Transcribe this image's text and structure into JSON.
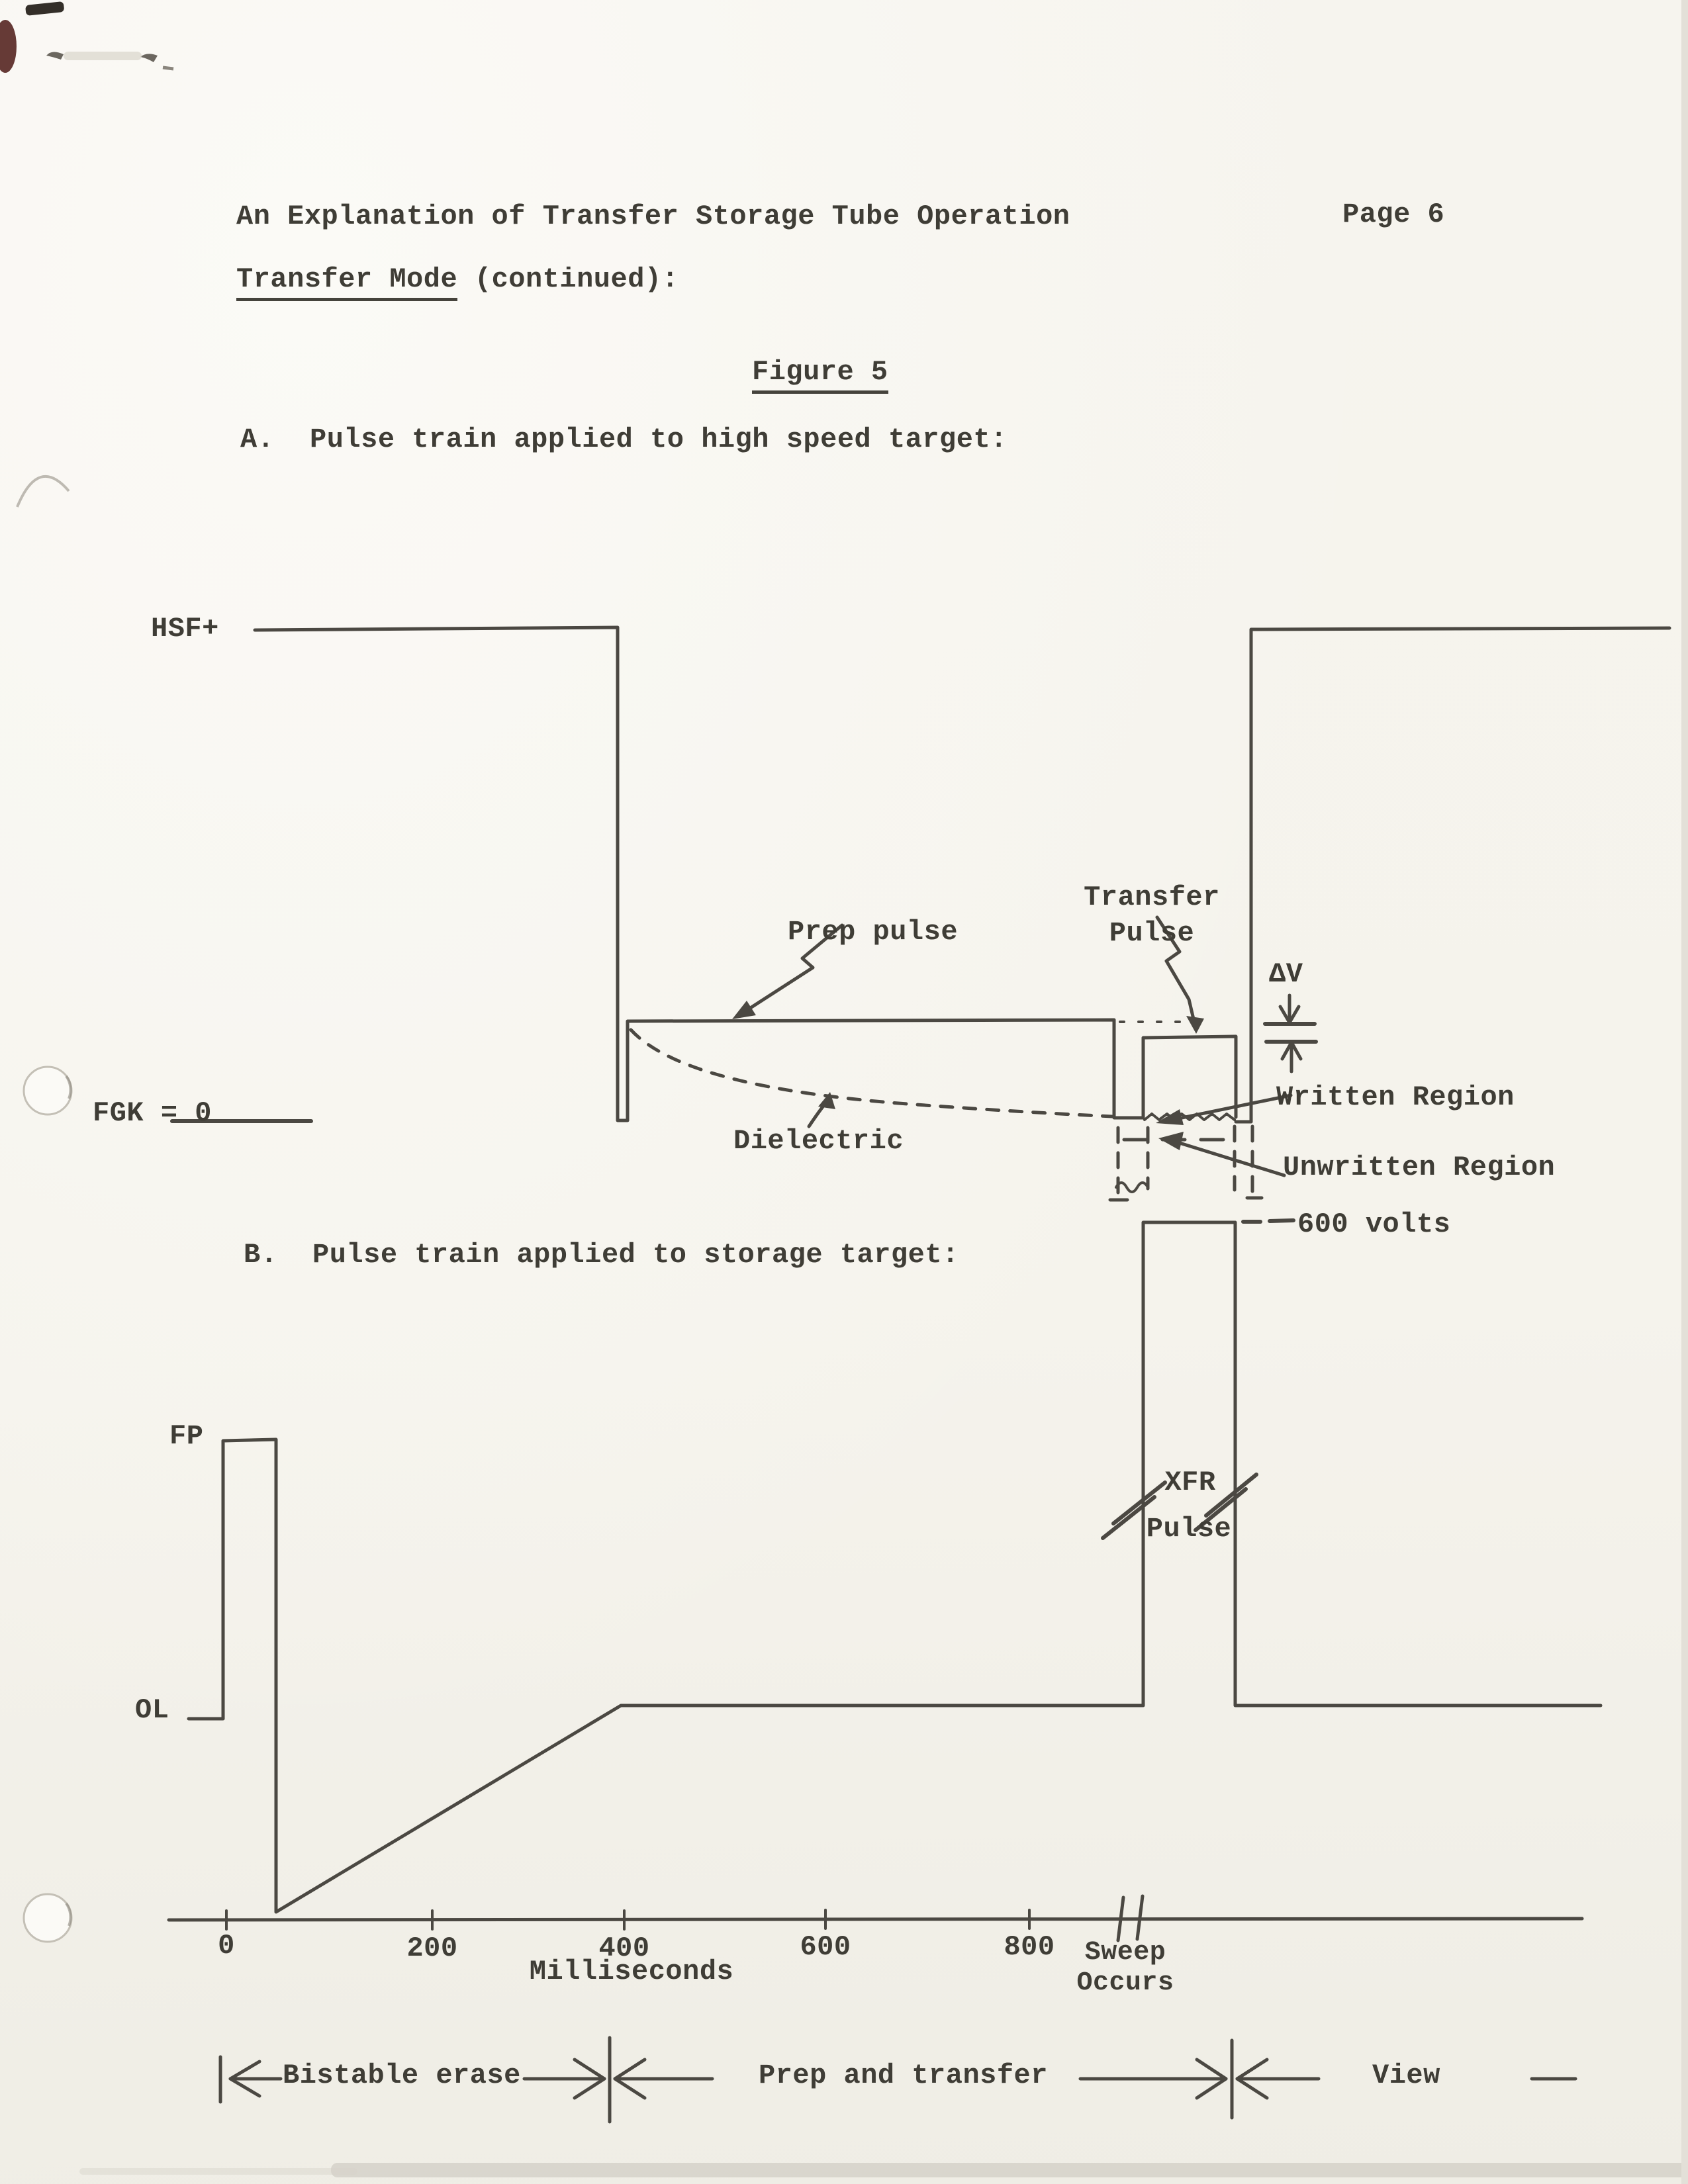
{
  "page": {
    "header_title": "An Explanation of Transfer Storage Tube Operation",
    "page_number": "Page 6",
    "section_heading": "Transfer Mode",
    "section_heading_suffix": " (continued):",
    "figure_title": "Figure 5"
  },
  "section_a": {
    "index": "A.",
    "caption": "Pulse train applied to high speed target:"
  },
  "section_b": {
    "index": "B.",
    "caption": "Pulse train applied to storage target:"
  },
  "waveform_a": {
    "level_high_label": "HSF+",
    "level_zero_label": "FGK = 0",
    "prep_pulse_label": "Prep pulse",
    "transfer_pulse_label_line1": "Transfer",
    "transfer_pulse_label_line2": "Pulse",
    "delta_v_label": "ΔV",
    "written_region_label": "Written Region",
    "unwritten_region_label": "Unwritten Region",
    "dielectric_label": "Dielectric",
    "voltage_label": "600 volts"
  },
  "waveform_b": {
    "level_fp_label": "FP",
    "level_ol_label": "OL",
    "xfr_pulse_label_line1": "XFR",
    "xfr_pulse_label_line2": "Pulse"
  },
  "time_axis": {
    "ticks": [
      "0",
      "200",
      "400",
      "600",
      "800"
    ],
    "unit": "Milliseconds",
    "sweep_label_line1": "Sweep",
    "sweep_label_line2": "Occurs"
  },
  "phase_bar": {
    "phase1": "Bistable erase",
    "phase2": "Prep and transfer",
    "phase3": "View"
  },
  "ink_color": "#4b4841",
  "paper_color": "#f7f5ef"
}
